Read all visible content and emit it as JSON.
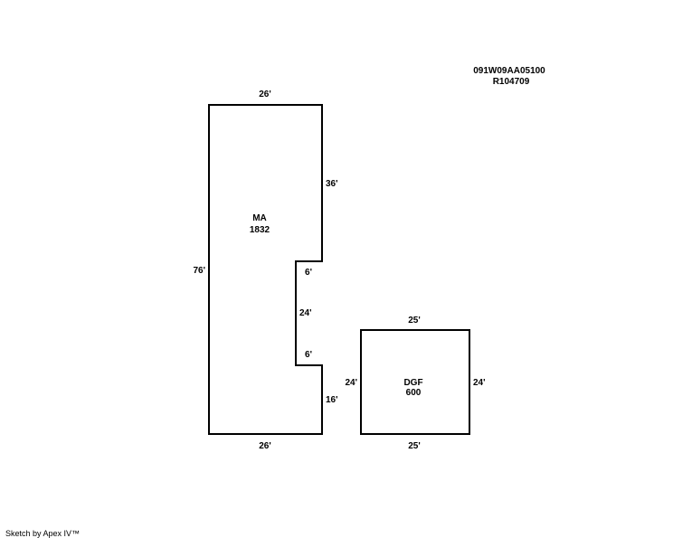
{
  "parcel": {
    "map_id": "091W09AA05100",
    "account": "R104709"
  },
  "areas": {
    "main": {
      "code": "MA",
      "sqft": "1832",
      "dims": {
        "top": "26'",
        "right_upper": "36'",
        "notch_top": "6'",
        "notch_side": "24'",
        "notch_bottom": "6'",
        "right_lower": "16'",
        "bottom": "26'",
        "left": "76'"
      }
    },
    "garage": {
      "code": "DGF",
      "sqft": "600",
      "dims": {
        "top": "25'",
        "left": "24'",
        "right": "24'",
        "bottom": "25'"
      }
    }
  },
  "footer": {
    "credit": "Sketch by Apex IV™"
  },
  "colors": {
    "outline": "#000000",
    "background": "#ffffff"
  }
}
